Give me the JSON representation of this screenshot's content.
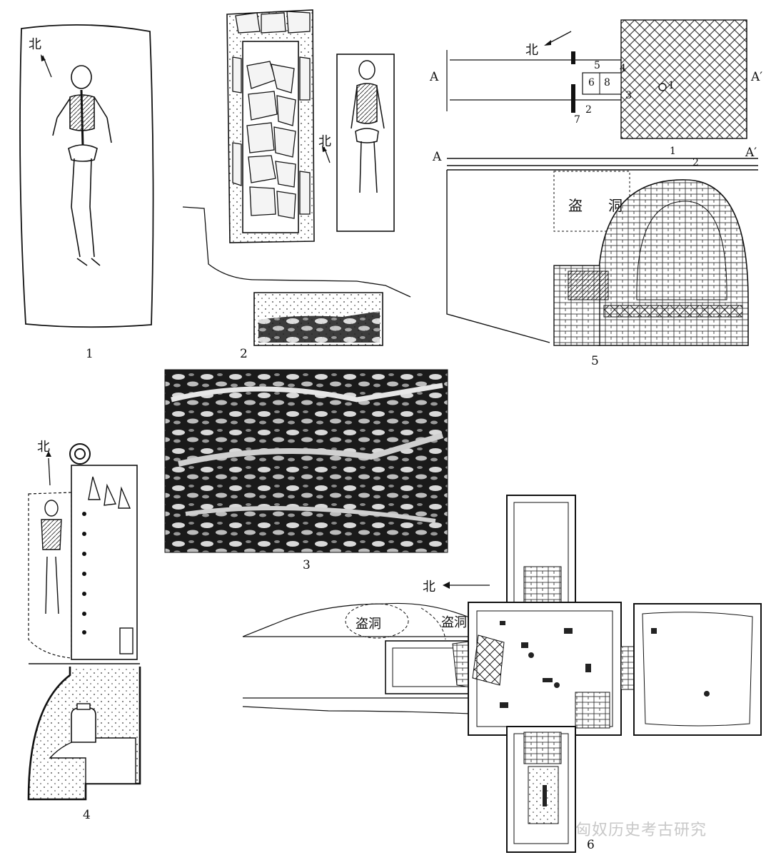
{
  "north_label": "北",
  "robber_hole_label": "盗洞",
  "robber_hole_chars": [
    "盗",
    "洞"
  ],
  "section_marks": {
    "a": "A",
    "a_prime": "A′"
  },
  "figure_numbers": [
    "1",
    "2",
    "3",
    "4",
    "5",
    "6"
  ],
  "plan_item_numbers_fig5": [
    "1",
    "2",
    "3",
    "4",
    "5",
    "6",
    "7",
    "8"
  ],
  "section_line_numbers_fig5": [
    "1",
    "2"
  ],
  "watermark": "匈奴历史考古研究"
}
